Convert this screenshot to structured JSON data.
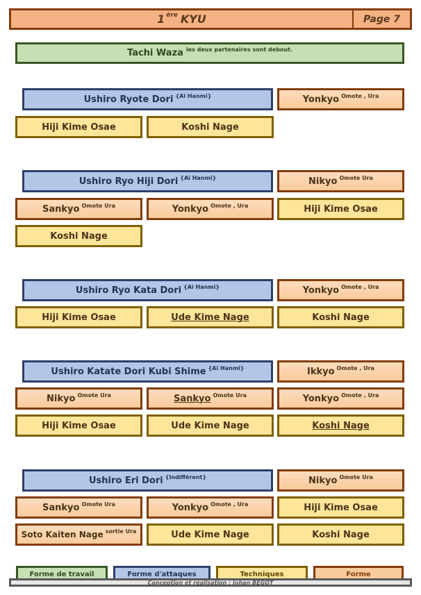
{
  "header": {
    "title_num": "1",
    "title_sup": "ère",
    "title_text": "KYU",
    "page": "Page 7"
  },
  "section": {
    "title": "Tachi Waza",
    "note": "les deux partenaires sont debout."
  },
  "groups": [
    {
      "attack": {
        "name": "Ushiro Ryote Dori",
        "note": "{Aï Hanmi}"
      },
      "techniques": [
        {
          "name": "Yonkyo",
          "note": "Omote , Ura"
        },
        {
          "name": "Hiji Kime Osae",
          "note": ""
        },
        {
          "name": "Koshi Nage",
          "note": ""
        }
      ]
    },
    {
      "attack": {
        "name": "Ushiro Ryo Hiji Dori",
        "note": "{Aï Hanmi}"
      },
      "techniques": [
        {
          "name": "Nikyo",
          "note": "Omote Ura"
        },
        {
          "name": "Sankyo",
          "note": "Omote Ura"
        },
        {
          "name": "Yonkyo",
          "note": "Omote , Ura"
        },
        {
          "name": "Hiji Kime Osae",
          "note": ""
        },
        {
          "name": "Koshi Nage",
          "note": ""
        }
      ]
    },
    {
      "attack": {
        "name": "Ushiro Ryo Kata Dori",
        "note": "{Aï Hanmi}"
      },
      "techniques": [
        {
          "name": "Yonkyo",
          "note": "Omote , Ura"
        },
        {
          "name": "Hiji Kime Osae",
          "note": ""
        },
        {
          "name": "Ude Kime Nage",
          "note": ""
        },
        {
          "name": "Koshi Nage",
          "note": ""
        }
      ]
    },
    {
      "attack": {
        "name": "Ushiro Katate Dori Kubi Shime",
        "note": "{Aï Hanmi}"
      },
      "techniques": [
        {
          "name": "Ikkyo",
          "note": "Omote , Ura"
        },
        {
          "name": "Nikyo",
          "note": "Omote Ura"
        },
        {
          "name": "Sankyo",
          "note": "Omote Ura"
        },
        {
          "name": "Yonkyo",
          "note": "Omote , Ura"
        },
        {
          "name": "Hiji Kime Osae",
          "note": ""
        },
        {
          "name": "Ude Kime Nage",
          "note": ""
        },
        {
          "name": "Koshi Nage",
          "note": ""
        }
      ]
    },
    {
      "attack": {
        "name": "Ushiro Eri Dori",
        "note": "{Indifférent}"
      },
      "techniques": [
        {
          "name": "Nikyo",
          "note": "Omote Ura"
        },
        {
          "name": "Sankyo",
          "note": "Omote Ura"
        },
        {
          "name": "Yonkyo",
          "note": "Omote , Ura"
        },
        {
          "name": "Hiji Kime Osae",
          "note": ""
        },
        {
          "name": "Soto Kaiten Nage",
          "note": "sortie Ura"
        },
        {
          "name": "Ude Kime Nage",
          "note": ""
        },
        {
          "name": "Koshi Nage",
          "note": ""
        }
      ]
    }
  ],
  "legend": {
    "work_form": "Forme de travail",
    "attack_form": "Forme d'attaques",
    "techniques": "Techniques",
    "form": "Forme"
  },
  "footer": {
    "credit": "Conception et réalisation : Johan BÉGOT"
  }
}
